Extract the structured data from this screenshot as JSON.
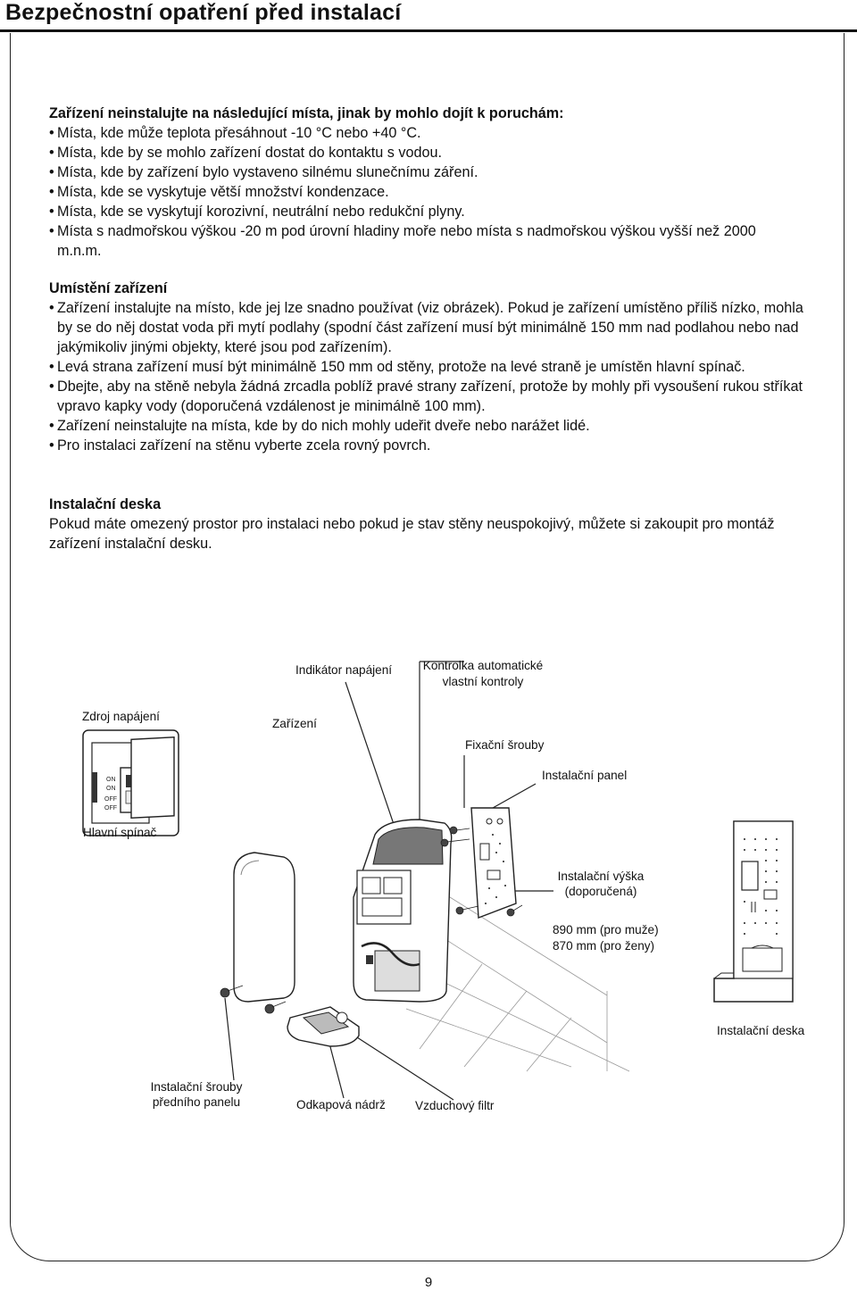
{
  "page": {
    "title": "Bezpečnostní opatření před instalací",
    "page_number": "9"
  },
  "section1": {
    "heading": "Zařízení neinstalujte na následující místa, jinak by mohlo dojít k poruchám:",
    "items": [
      "Místa, kde může teplota přesáhnout -10 °C nebo +40 °C.",
      "Místa, kde by se mohlo zařízení dostat do kontaktu s vodou.",
      "Místa, kde by zařízení bylo vystaveno silnému slunečnímu záření.",
      "Místa, kde se vyskytuje větší množství kondenzace.",
      "Místa, kde se vyskytují korozivní, neutrální nebo redukční plyny.",
      "Místa s nadmořskou výškou -20 m pod úrovní hladiny moře nebo místa s nadmořskou výškou vyšší než 2000 m.n.m."
    ]
  },
  "section2": {
    "heading": "Umístění zařízení",
    "items": [
      "Zařízení instalujte na místo, kde jej lze snadno používat (viz obrázek). Pokud je zařízení umístěno příliš nízko, mohla by se do něj dostat voda při mytí podlahy (spodní část zařízení musí být minimálně 150 mm nad podlahou nebo nad jakýmikoliv jinými objekty, které jsou pod zařízením).",
      "Levá strana zařízení musí být minimálně 150 mm od stěny, protože na levé straně je umístěn hlavní spínač.",
      "Dbejte, aby na stěně nebyla žádná zrcadla poblíž pravé strany zařízení, protože by mohly při vysoušení rukou stříkat vpravo kapky vody (doporučená vzdálenost je minimálně 100 mm).",
      "Zařízení neinstalujte na místa, kde by do nich mohly udeřit dveře nebo narážet lidé.",
      "Pro instalaci zařízení na stěnu vyberte zcela rovný povrch."
    ]
  },
  "section3": {
    "heading": "Instalační deska",
    "text": "Pokud máte omezený prostor pro instalaci nebo pokud je stav stěny neuspokojivý, můžete si zakoupit pro montáž zařízení instalační desku."
  },
  "figure": {
    "labels": {
      "power_indicator": "Indikátor napájení",
      "self_check": "Kontrolka automatické vlastní kontroly",
      "power_source": "Zdroj napájení",
      "device": "Zařízení",
      "fixing_screws": "Fixační šrouby",
      "mounting_panel": "Instalační panel",
      "main_switch": "Hlavní spínač",
      "install_height": "Instalační výška (doporučená)",
      "height_men": "890 mm (pro muže)",
      "height_women": "870 mm (pro ženy)",
      "install_board": "Instalační deska",
      "front_panel_screws": "Instalační šrouby předního panelu",
      "drain_tank": "Odkapová nádrž",
      "air_filter": "Vzduchový filtr"
    },
    "switch_text": {
      "on1": "ON",
      "on2": "ON",
      "off1": "OFF",
      "off2": "OFF"
    }
  }
}
